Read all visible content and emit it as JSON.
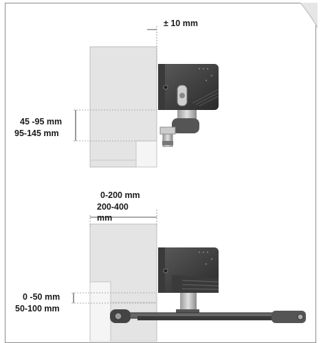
{
  "top_figure": {
    "tolerance_label": "± 10 mm",
    "height_label_1": "45 -95 mm",
    "height_label_2": "95-145 mm"
  },
  "bottom_figure": {
    "range_label_1": "0-200 mm",
    "range_label_2": "200-400",
    "range_label_2_unit": "mm",
    "height_label_1": "0 -50 mm",
    "height_label_2": "50-100 mm"
  }
}
